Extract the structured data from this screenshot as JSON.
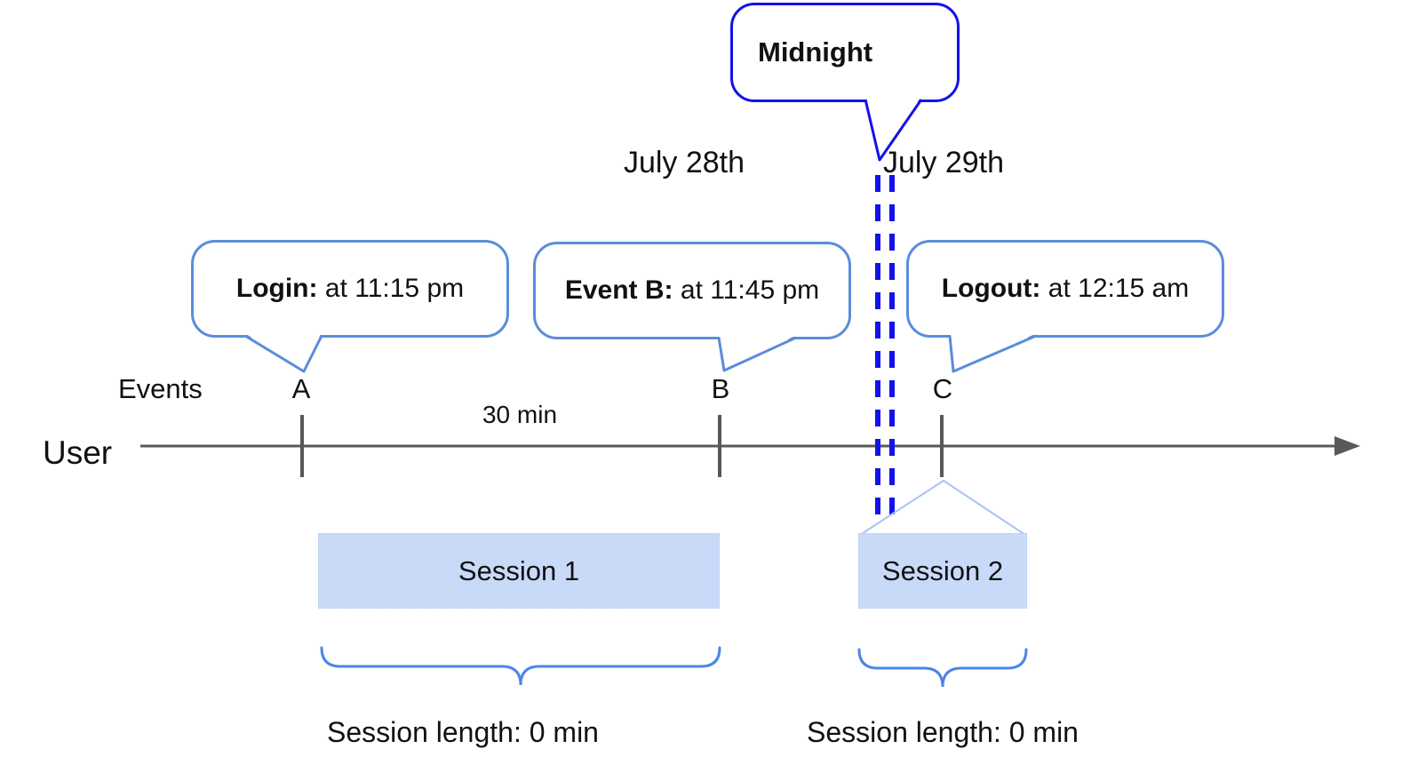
{
  "colors": {
    "callout_border_blue": "#5b8cdb",
    "midnight_blue": "#1212ec",
    "session_fill_blue": "#c9daf8",
    "connector_light_blue": "#a9c4f1",
    "brace_blue": "#4a86e8",
    "timeline_gray": "#595959",
    "text_black": "#111111"
  },
  "dates": {
    "before_midnight": "July 28th",
    "after_midnight": "July 29th"
  },
  "midnight_callout": {
    "text": "Midnight"
  },
  "callouts": [
    {
      "label": "Login:",
      "time": "at 11:15 pm"
    },
    {
      "label": "Event B:",
      "time": "at 11:45 pm"
    },
    {
      "label": "Logout:",
      "time": "at 12:15 am"
    }
  ],
  "timeline": {
    "row_label": "User",
    "events_label": "Events",
    "markers": [
      "A",
      "B",
      "C"
    ],
    "interval_label": "30 min"
  },
  "sessions": [
    {
      "name": "Session 1",
      "length": "Session length: 0 min"
    },
    {
      "name": "Session 2",
      "length": "Session length: 0 min"
    }
  ]
}
